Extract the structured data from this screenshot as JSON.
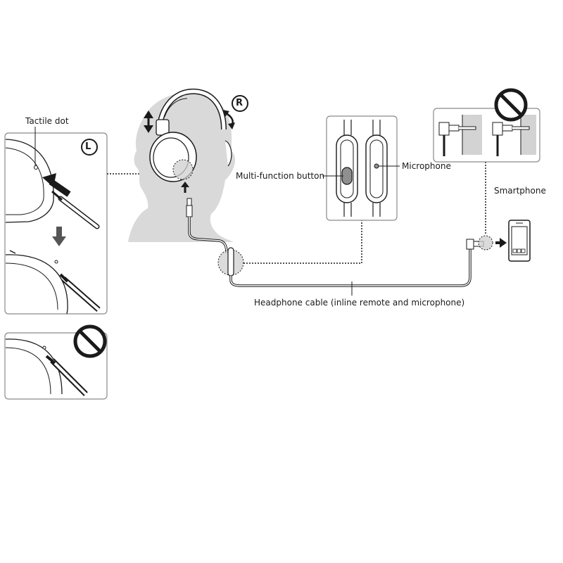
{
  "labels": {
    "tactile_dot": "Tactile dot",
    "multi_function_button": "Multi-function button",
    "microphone": "Microphone",
    "smartphone": "Smartphone",
    "headphone_cable": "Headphone cable (inline remote and microphone)"
  },
  "badges": {
    "left": "L",
    "right": "R"
  },
  "icons": {
    "prohibited": "prohibited-icon",
    "arrow": "arrow-icon"
  },
  "colors": {
    "line": "#1a1a1a",
    "head_fill": "#d9d9d9",
    "panel_border": "#8a8a8a",
    "callout_fill": "#cfcfcf",
    "wall_fill": "#d3d3d3"
  }
}
